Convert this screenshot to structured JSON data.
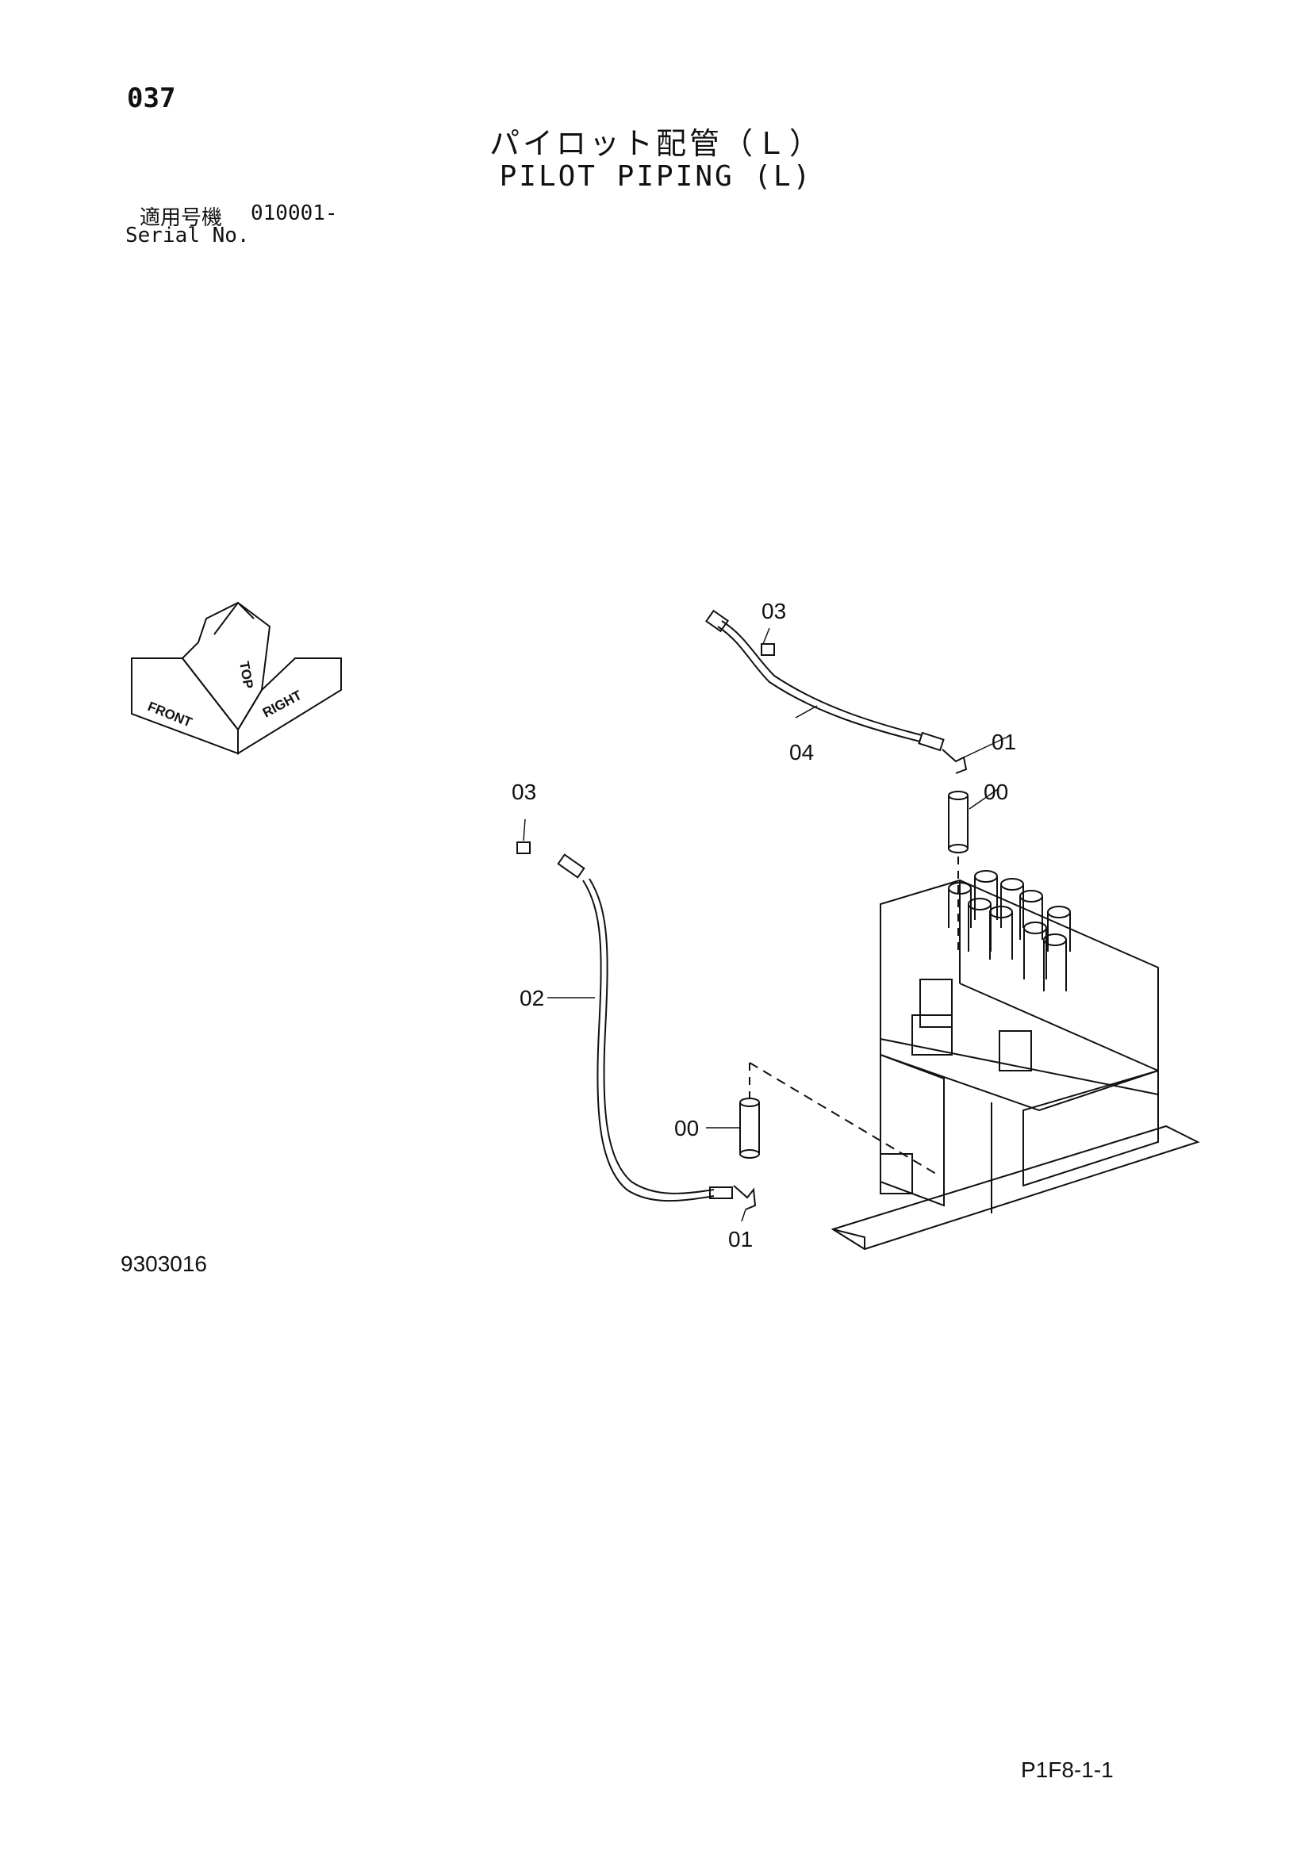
{
  "header": {
    "page_number": "037",
    "title_jp": "パイロット配管（Ｌ）",
    "title_en": "PILOT PIPING (L)",
    "serial_label_jp": "適用号機",
    "serial_label_en": "Serial No.",
    "serial_value": "010001-"
  },
  "orientation": {
    "front": "FRONT",
    "top": "TOP",
    "right": "RIGHT"
  },
  "callouts": {
    "part_03_upper": "03",
    "part_04": "04",
    "part_01_upper": "01",
    "part_00_upper": "00",
    "part_03_left": "03",
    "part_02": "02",
    "part_00_lower": "00",
    "part_01_lower": "01"
  },
  "footer": {
    "drawing_number": "9303016",
    "page_ref": "P1F8-1-1"
  }
}
